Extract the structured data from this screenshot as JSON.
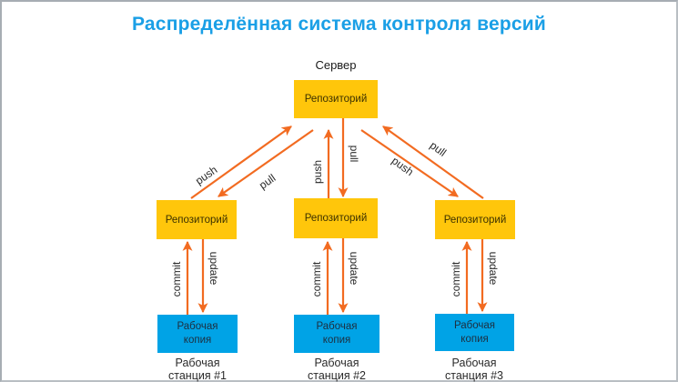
{
  "title": "Распределённая система контроля версий",
  "server": {
    "label": "Сервер",
    "repository_label": "Репозиторий"
  },
  "stations": [
    {
      "repository_label": "Репозиторий",
      "working_copy_line1": "Рабочая",
      "working_copy_line2": "копия",
      "station_line1": "Рабочая",
      "station_line2": "станция #1"
    },
    {
      "repository_label": "Репозиторий",
      "working_copy_line1": "Рабочая",
      "working_copy_line2": "копия",
      "station_line1": "Рабочая",
      "station_line2": "станция #2"
    },
    {
      "repository_label": "Репозиторий",
      "working_copy_line1": "Рабочая",
      "working_copy_line2": "копия",
      "station_line1": "Рабочая",
      "station_line2": "станция #3"
    }
  ],
  "arrow_labels": {
    "push": "push",
    "pull": "pull",
    "commit": "commit",
    "update": "update"
  },
  "colors": {
    "title": "#1a9fe6",
    "repository": "#ffc60b",
    "working_copy": "#00a3e6",
    "arrow": "#f26b21"
  }
}
